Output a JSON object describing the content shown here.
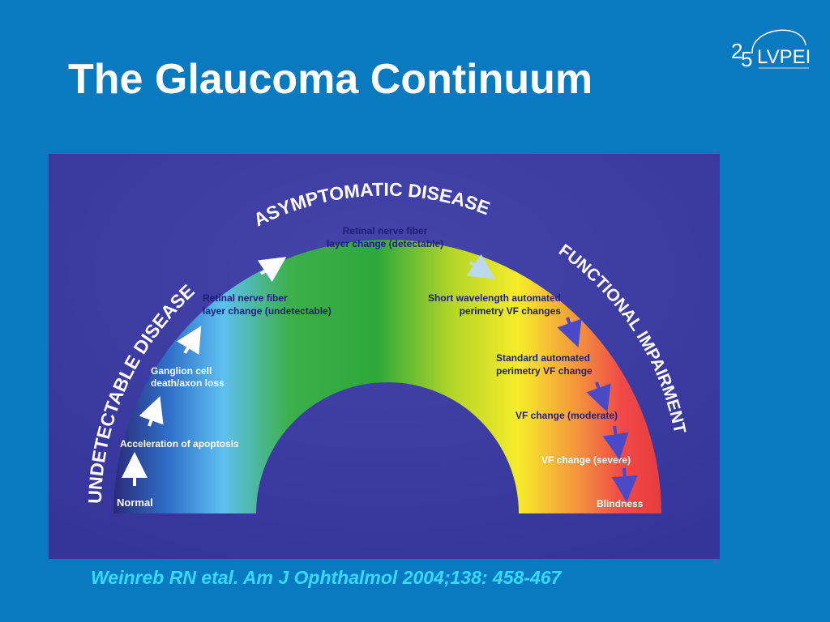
{
  "slide": {
    "title": "The Glaucoma Continuum",
    "citation": "Weinreb RN etal. Am J Ophthalmol 2004;138: 458-467"
  },
  "logo": {
    "number_tens": "2",
    "number_ones": "5",
    "brand": "LVPEI"
  },
  "diagram": {
    "arc_labels": {
      "left": "UNDETECTABLE DISEASE",
      "top": "ASYMPTOMATIC DISEASE",
      "right": "FUNCTIONAL IMPAIRMENT"
    },
    "stages": {
      "normal": "Normal",
      "apoptosis": "Acceleration of apoptosis",
      "ganglion_1": "Ganglion cell",
      "ganglion_2": "death/axon loss",
      "rnfl_undetectable_1": "Retinal nerve fiber",
      "rnfl_undetectable_2": "layer change (undetectable)",
      "rnfl_detectable_1": "Retinal nerve fiber",
      "rnfl_detectable_2": "layer change (detectable)",
      "swap_1": "Short wavelength automated",
      "swap_2": "perimetry VF changes",
      "sap_1": "Standard automated",
      "sap_2": "perimetry VF change",
      "vf_moderate": "VF change (moderate)",
      "vf_severe": "VF change (severe)",
      "blindness": "Blindness"
    },
    "colors": {
      "background": "#3a3aa0",
      "arrow_white": "#ffffff",
      "arrow_light_blue": "#bcd8f0",
      "arrow_purple": "#4a4ac8",
      "label_text": "#1e1e7a"
    }
  }
}
